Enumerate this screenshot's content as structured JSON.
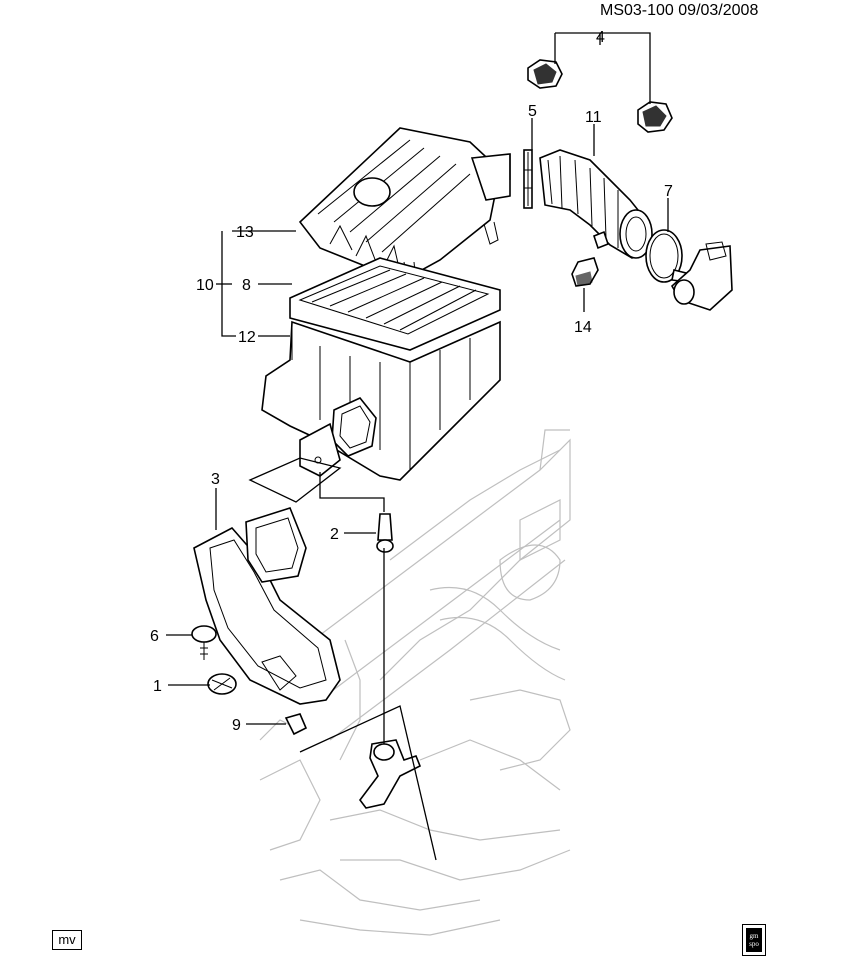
{
  "header": {
    "code": "MS03-100 09/03/2008"
  },
  "footer": {
    "tag": "mv",
    "logo_text": "gm spo"
  },
  "callouts": [
    {
      "id": "c1",
      "text": "1"
    },
    {
      "id": "c2",
      "text": "2"
    },
    {
      "id": "c3",
      "text": "3"
    },
    {
      "id": "c4",
      "text": "4"
    },
    {
      "id": "c5",
      "text": "5"
    },
    {
      "id": "c6",
      "text": "6"
    },
    {
      "id": "c7",
      "text": "7"
    },
    {
      "id": "c8",
      "text": "8"
    },
    {
      "id": "c9",
      "text": "9"
    },
    {
      "id": "c10",
      "text": "10"
    },
    {
      "id": "c11",
      "text": "11"
    },
    {
      "id": "c12",
      "text": "12"
    },
    {
      "id": "c13",
      "text": "13"
    },
    {
      "id": "c14",
      "text": "14"
    }
  ]
}
